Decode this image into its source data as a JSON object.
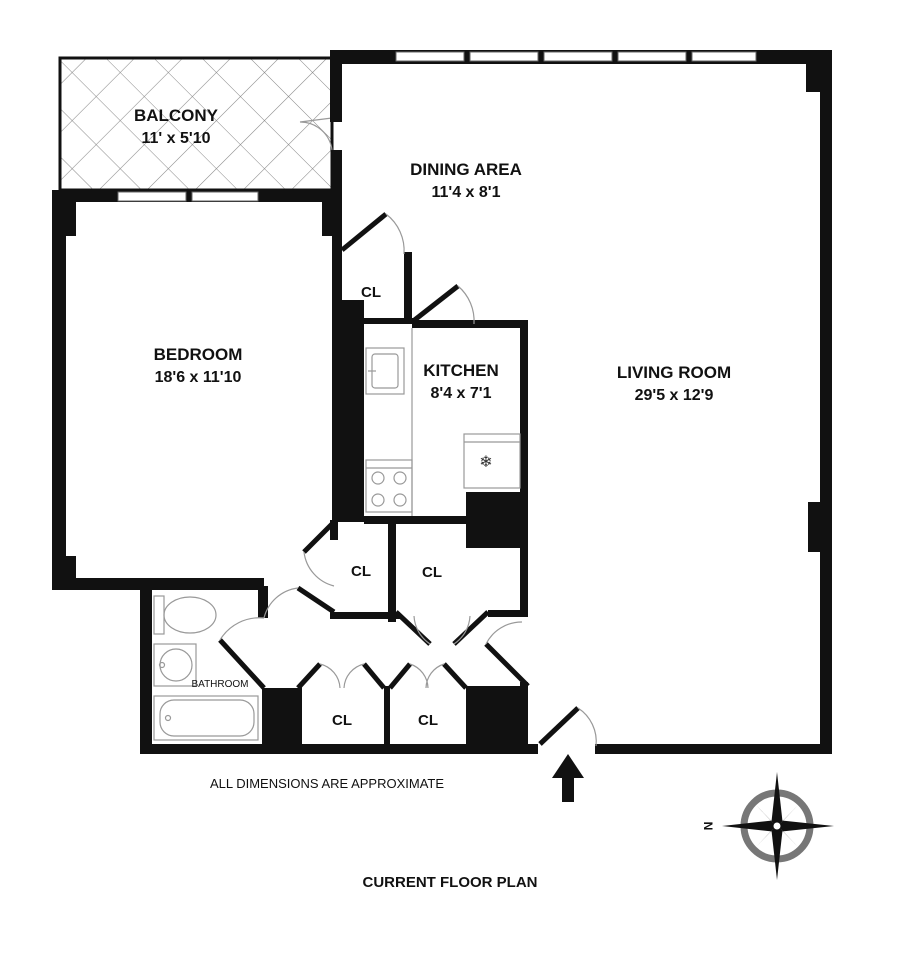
{
  "rooms": {
    "balcony": {
      "name": "BALCONY",
      "dims": "11' x 5'10"
    },
    "dining": {
      "name": "DINING AREA",
      "dims": "11'4 x 8'1"
    },
    "bedroom": {
      "name": "BEDROOM",
      "dims": "18'6 x 11'10"
    },
    "kitchen": {
      "name": "KITCHEN",
      "dims": "8'4 x 7'1"
    },
    "living": {
      "name": "LIVING ROOM",
      "dims": "29'5 x 12'9"
    },
    "bathroom": {
      "name": "BATHROOM"
    }
  },
  "closets": {
    "label": "CL"
  },
  "footer": {
    "note": "ALL DIMENSIONS ARE APPROXIMATE",
    "title": "CURRENT FLOOR PLAN"
  },
  "compass": {
    "north": "N"
  },
  "colors": {
    "wall": "#111111",
    "grey": "#777777",
    "fixture": "#999999",
    "window": "#666666"
  }
}
